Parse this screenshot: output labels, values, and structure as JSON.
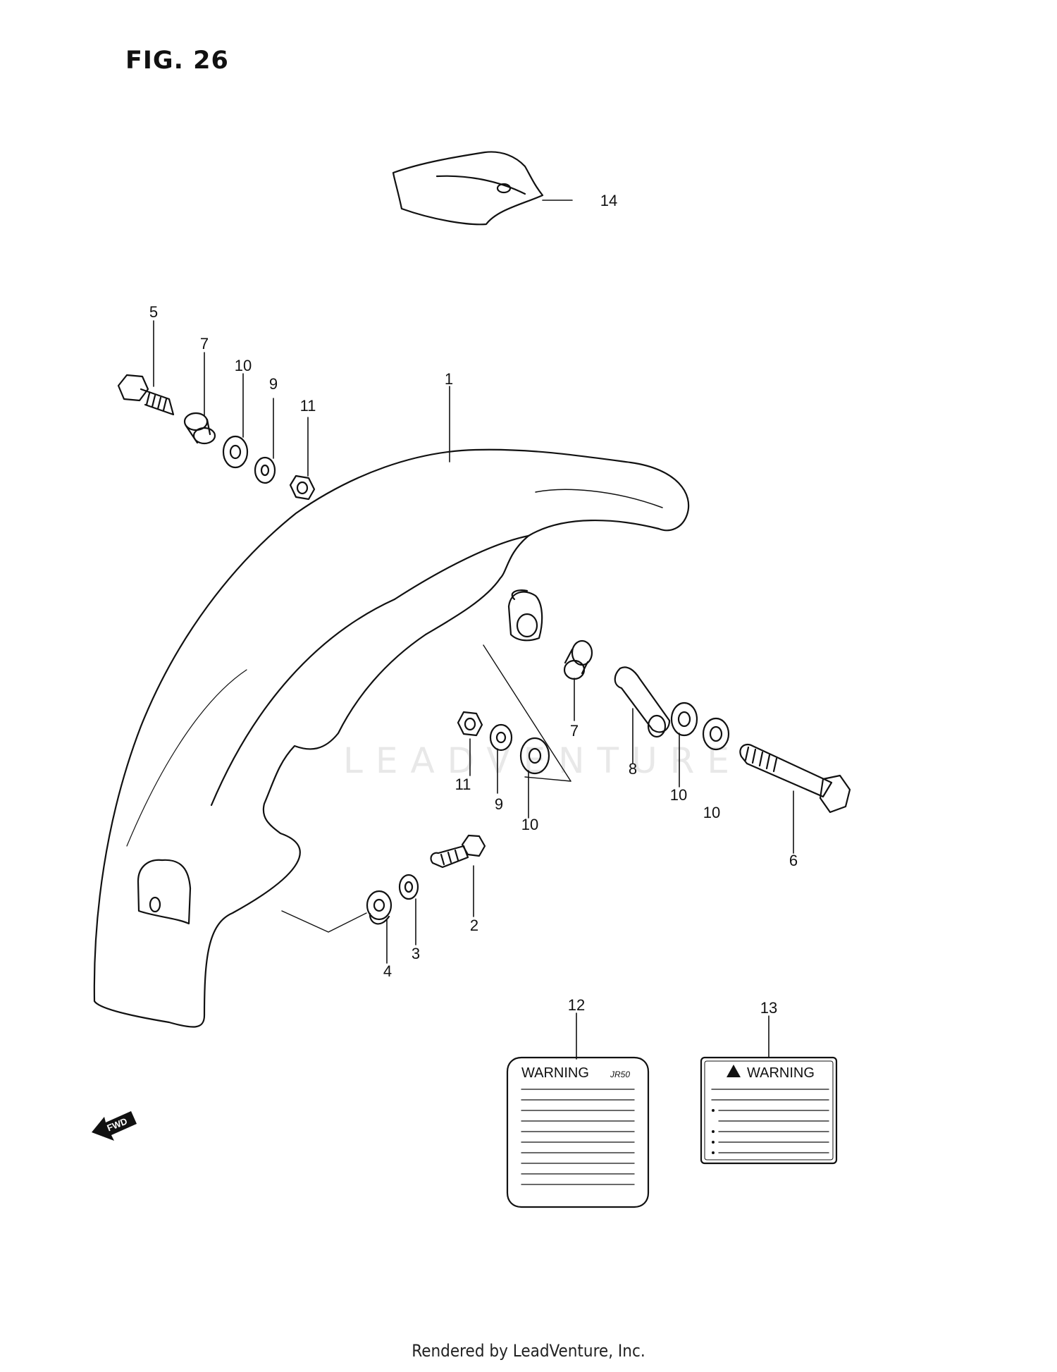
{
  "figure": {
    "title": "FIG. 26"
  },
  "callouts": [
    {
      "id": "c14a",
      "label": "14"
    },
    {
      "id": "c5",
      "label": "5"
    },
    {
      "id": "c7a",
      "label": "7"
    },
    {
      "id": "c10a",
      "label": "10"
    },
    {
      "id": "c9a",
      "label": "9"
    },
    {
      "id": "c11a",
      "label": "11"
    },
    {
      "id": "c1",
      "label": "1"
    },
    {
      "id": "c7b",
      "label": "7"
    },
    {
      "id": "c8",
      "label": "8"
    },
    {
      "id": "c11b",
      "label": "11"
    },
    {
      "id": "c9b",
      "label": "9"
    },
    {
      "id": "c10b",
      "label": "10"
    },
    {
      "id": "c10c",
      "label": "10"
    },
    {
      "id": "c10d",
      "label": "10"
    },
    {
      "id": "c6",
      "label": "6"
    },
    {
      "id": "c2",
      "label": "2"
    },
    {
      "id": "c3",
      "label": "3"
    },
    {
      "id": "c4",
      "label": "4"
    },
    {
      "id": "c12",
      "label": "12"
    },
    {
      "id": "c13",
      "label": "13"
    }
  ],
  "labels": {
    "label12_heading": "WARNING",
    "label12_model": "JR50",
    "label13_heading": "WARNING"
  },
  "fwd_arrow_text": "FWD",
  "watermark": "LEADVENTURE",
  "footer": "Rendered by LeadVenture, Inc."
}
